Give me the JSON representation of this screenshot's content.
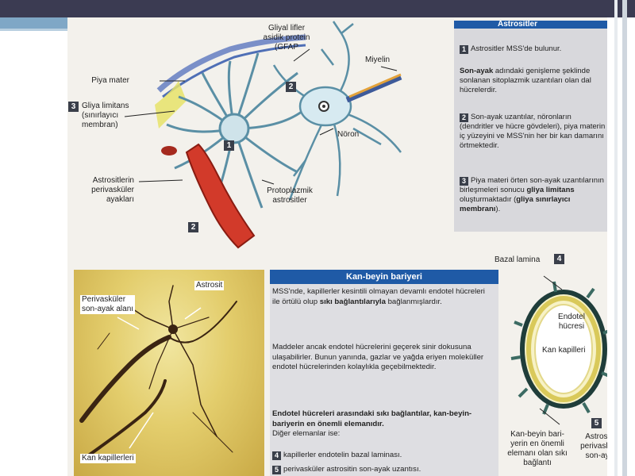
{
  "diagram_labels": {
    "gliyal_lifler": "Gliyal lifler\nasidik protein\n(GFAP",
    "miyelin": "Miyelin",
    "piya_mater": "Piya mater",
    "gliya_limitans": "Gliya limitans\n(sınırlayıcı\nmembran)",
    "noron": "Nöron",
    "perivaskuler_ayaklar": "Astrositlerin\nperivasküler\nayakları",
    "protoplazmik": "Protoplazmik\nastrositler",
    "num1": "1",
    "num2a": "2",
    "num2b": "2",
    "num3": "3"
  },
  "info_box": {
    "title": "Astrositler",
    "p1_num": "1",
    "p1_text": "Astrositler MSS'de bulunur.",
    "p2_bold": "Son-ayak",
    "p2_text": " adındaki genişleme şeklinde sonlanan sitoplazmik uzantıları olan dal hücrelerdir.",
    "p3_num": "2",
    "p3_text": "Son-ayak uzantılar, nöronların (dendritler ve hücre gövdeleri), piya materin iç yüzeyini ve MSS'nin her bir kan damarını örtmektedir.",
    "p4_num": "3",
    "p4_text_a": "Piya materi örten son-ayak uzantılarının birleşmeleri sonucu ",
    "p4_bold_a": "gliya limitans",
    "p4_text_b": " oluşturmaktadır (",
    "p4_bold_b": "gliya sınırlayıcı membranı",
    "p4_text_c": ")."
  },
  "photo": {
    "astrosit": "Astrosit",
    "perivaskuler": "Perivasküler\nson-ayak alanı",
    "kan_kapillerleri": "Kan kapillerleri"
  },
  "bbb": {
    "title": "Kan-beyin bariyeri",
    "p1_a": "MSS'nde, kapillerler kesintili olmayan devamlı endotel hücreleri ile örtülü olup ",
    "p1_bold": "sıkı bağlantılarıyla",
    "p1_b": " bağlanmışlardır.",
    "p2": "Maddeler ancak endotel hücrelerini geçerek sinir dokusuna ulaşabilirler. Bunun yanında, gazlar ve yağda eriyen moleküller endotel hücrelerinden kolaylıkla geçebilmektedir.",
    "p3_bold": "Endotel hücreleri arasındaki sıkı bağlantılar, kan-beyin-bariyerin en önemli elemanıdır.",
    "p3_b": "Diğer elemanlar ise:",
    "item4_num": "4",
    "item4": "kapillerler endotelin bazal laminası.",
    "item5_num": "5",
    "item5": "perivasküler astrositin son-ayak uzantısı."
  },
  "capillary": {
    "bazal_lamina": "Bazal lamina",
    "num4": "4",
    "endotel": "Endotel\nhücresi",
    "kan_kapilleri": "Kan kapilleri",
    "num5": "5",
    "astrosit_partial": "Astrosi\nperivaskü\nson-ay",
    "kan_beyin": "Kan-beyin bari-\nyerin en önemli\nelemanı olan sıkı\nbağlantı"
  }
}
